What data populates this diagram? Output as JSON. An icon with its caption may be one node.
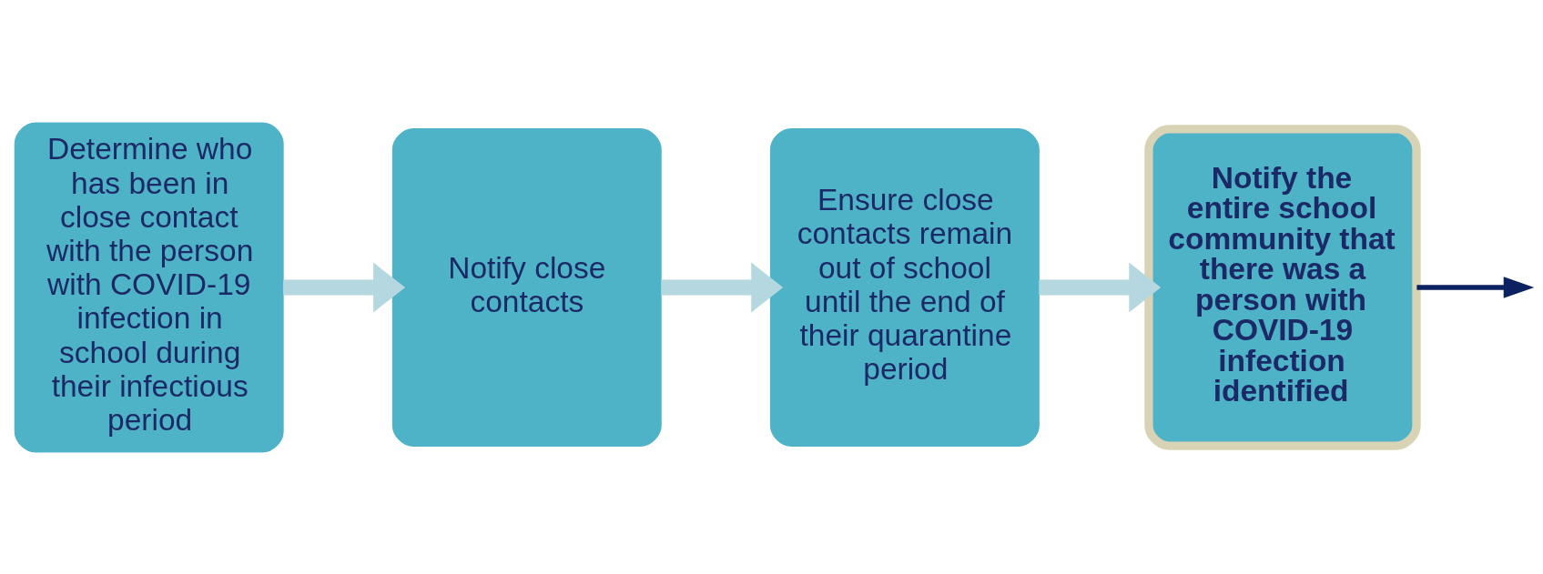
{
  "diagram": {
    "nodes": [
      {
        "text": [
          "Determine who has been in close contact with the person with COVID-19 infection in school during their infectious period"
        ]
      },
      {
        "text": [
          "Notify close contacts"
        ]
      },
      {
        "text": [
          "Ensure close contacts remain out of school until the end of their quarantine period"
        ]
      },
      {
        "text": [
          "Notify the entire school community that there was a person with COVID-19 infection identified"
        ]
      }
    ],
    "edges": [
      {
        "from": 0,
        "to": 1,
        "arrow": "to"
      },
      {
        "from": 1,
        "to": 2,
        "arrow": "to"
      },
      {
        "from": 2,
        "to": 3,
        "arrow": "to"
      },
      {
        "from": 3,
        "to": null,
        "arrow": "to",
        "color": "#0b2160"
      }
    ]
  }
}
